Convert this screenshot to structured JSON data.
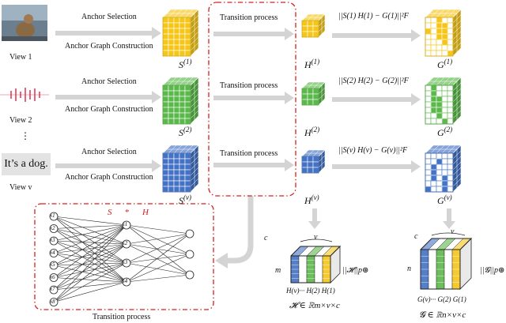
{
  "views": [
    {
      "label": "View 1",
      "anchor_selection": "Anchor Selection",
      "anchor_graph": "Anchor Graph Construction",
      "S": "S",
      "S_sup": "(1)",
      "H": "H",
      "H_sup": "(1)",
      "G": "G",
      "G_sup": "(1)",
      "formula": "||S(1) H(1) − G(1)||²F",
      "color": "#f5c518"
    },
    {
      "label": "View 2",
      "anchor_selection": "Anchor Selection",
      "anchor_graph": "Anchor Graph Construction",
      "S": "S",
      "S_sup": "(2)",
      "H": "H",
      "H_sup": "(2)",
      "G": "G",
      "G_sup": "(2)",
      "formula": "||S(2) H(2) − G(2)||²F",
      "color": "#5bb84a"
    },
    {
      "label": "View v",
      "anchor_selection": "Anchor Selection",
      "anchor_graph": "Anchor Graph Construction",
      "S": "S",
      "S_sup": "(v)",
      "H": "H",
      "H_sup": "(v)",
      "G": "G",
      "G_sup": "(v)",
      "formula": "||S(v) H(v) − G(v)||²F",
      "color": "#4472c4"
    }
  ],
  "ellipsis": "⋮",
  "view3_text": "It’s a dog.",
  "transition": "Transition process",
  "transition_bottom": "Transition process",
  "network": {
    "S_label": "S",
    "star": "*",
    "H_label": "H",
    "input_nodes": [
      "x1",
      "x2",
      "x3",
      "x4",
      "x5",
      "x6",
      "x7",
      "x8"
    ],
    "mid_nodes": [
      "s1",
      "s2",
      "s3",
      "s4"
    ]
  },
  "tensor_H": {
    "dim_c": "c",
    "dim_v": "v",
    "dim_m": "m",
    "slices": "H(v)··· H(2) H(1)",
    "norm": "||𝓗||p⊛",
    "space": "𝓗 ∈ ℝm×v×c"
  },
  "tensor_G": {
    "dim_c": "c",
    "dim_v": "v",
    "dim_n": "n",
    "slices": "G(v)··· G(2) G(1)",
    "norm": "||𝓖||p⊛",
    "space": "𝓖 ∈ ℝn×v×c"
  },
  "colors": {
    "yellow": "#f5c518",
    "green": "#5bb84a",
    "blue": "#4472c4",
    "red": "#d62020",
    "gray_arrow": "#d4d4d4"
  }
}
